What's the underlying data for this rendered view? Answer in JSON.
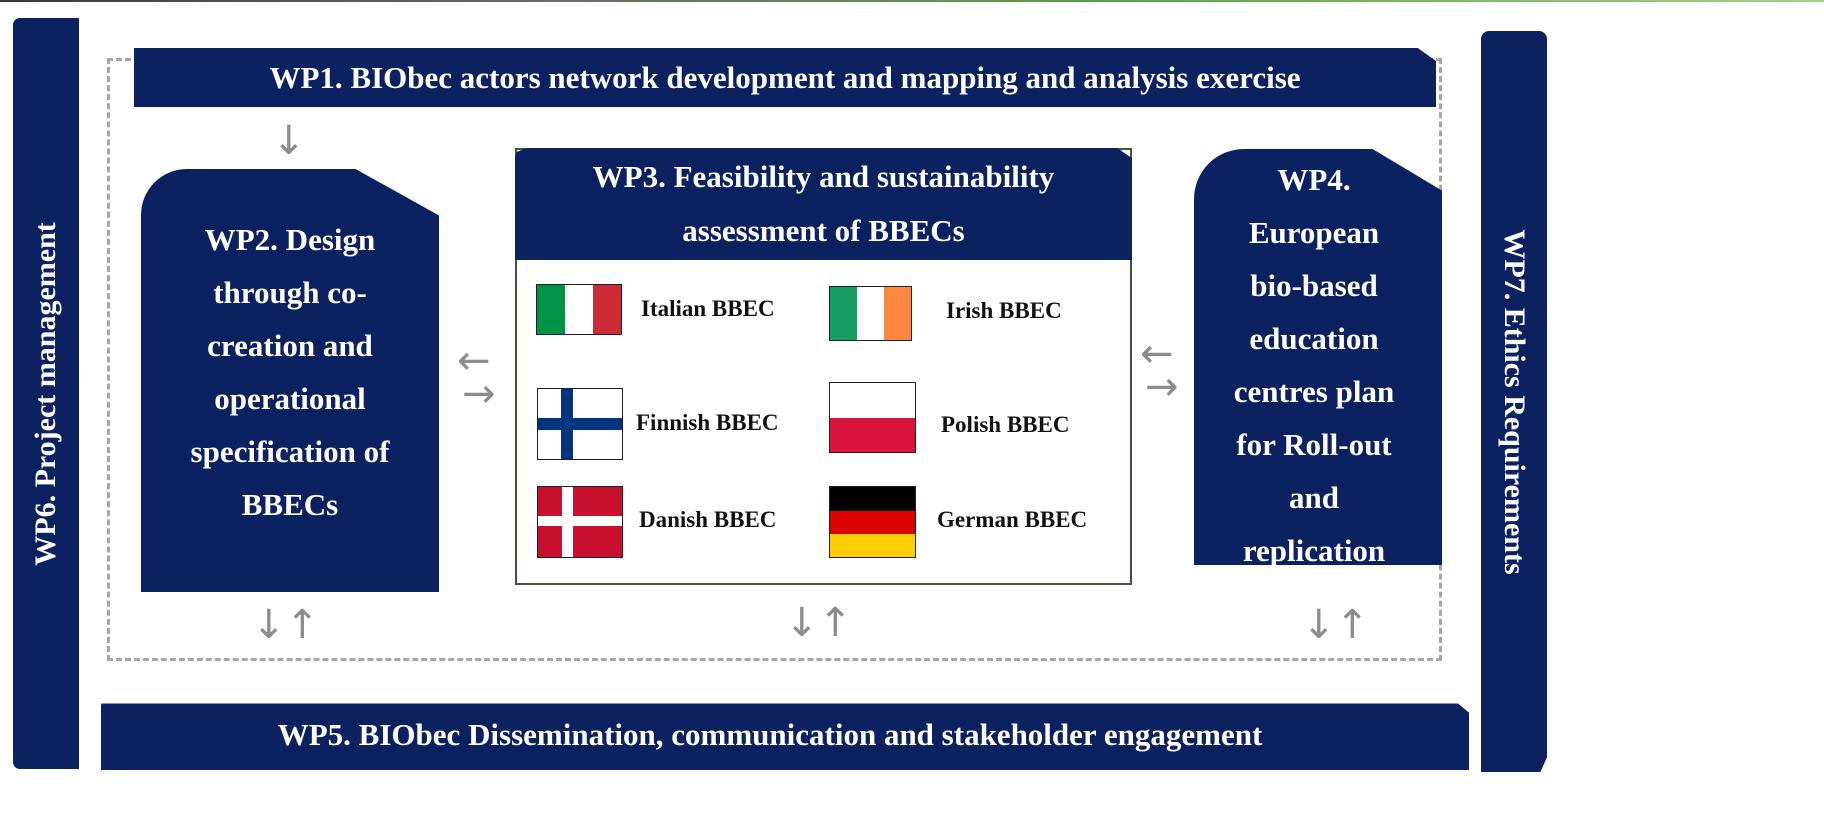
{
  "wp1": {
    "label": "WP1. BIObec actors network development and mapping and analysis exercise"
  },
  "wp2": {
    "lines": [
      "WP2. Design",
      "through co-",
      "creation and",
      "operational",
      "specification of",
      "BBECs"
    ]
  },
  "wp3": {
    "title_lines": [
      "WP3. Feasibility and sustainability",
      "assessment of BBECs"
    ],
    "centres": [
      {
        "label": "Italian BBEC",
        "flag": "italy-flag",
        "colors": [
          "#009246",
          "#ffffff",
          "#ce2b37"
        ]
      },
      {
        "label": "Irish BBEC",
        "flag": "ireland-flag",
        "colors": [
          "#169b62",
          "#ffffff",
          "#ff883e"
        ]
      },
      {
        "label": "Finnish BBEC",
        "flag": "finland-flag",
        "colors": [
          "#ffffff",
          "#003580"
        ]
      },
      {
        "label": "Polish BBEC",
        "flag": "poland-flag",
        "colors": [
          "#ffffff",
          "#dc143c"
        ]
      },
      {
        "label": "Danish BBEC",
        "flag": "denmark-flag",
        "colors": [
          "#c8102e",
          "#ffffff"
        ]
      },
      {
        "label": "German BBEC",
        "flag": "germany-flag",
        "colors": [
          "#000000",
          "#dd0000",
          "#ffce00"
        ]
      }
    ]
  },
  "wp4": {
    "lines": [
      "WP4.",
      "European",
      "bio-based",
      "education",
      "centres plan",
      "for Roll-out",
      "and",
      "replication"
    ]
  },
  "wp5": {
    "label": "WP5. BIObec Dissemination, communication and stakeholder engagement"
  },
  "wp6": {
    "label": "WP6. Project management"
  },
  "wp7": {
    "label": "WP7. Ethics Requirements"
  },
  "colors": {
    "navy": "#0b2160",
    "dashed_frame": "#a6a6a6",
    "arrow": "#8c8c8c",
    "wp3_border": "#3d5a2e"
  }
}
